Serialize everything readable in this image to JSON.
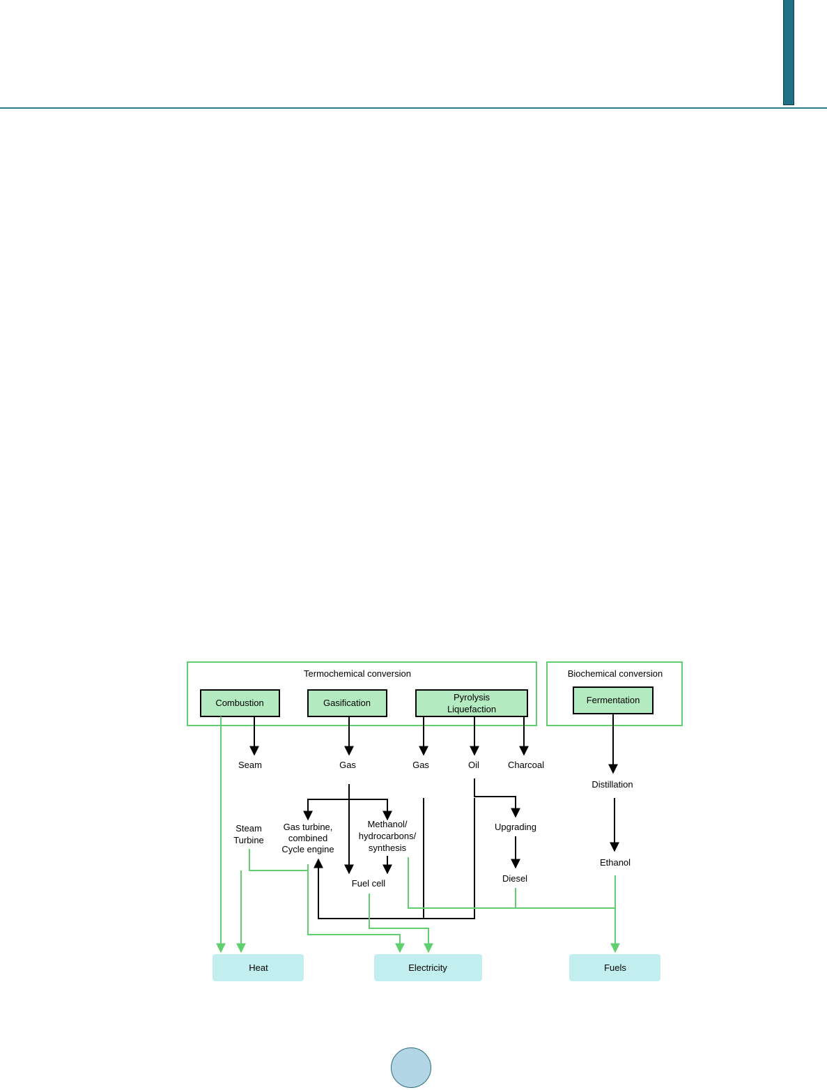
{
  "diagram": {
    "groups": {
      "thermochemical": "Termochemical conversion",
      "biochemical": "Biochemical conversion"
    },
    "processes": {
      "combustion": "Combustion",
      "gasification": "Gasification",
      "pyrolysis_line1": "Pyrolysis",
      "pyrolysis_line2": "Liquefaction",
      "fermentation": "Fermentation"
    },
    "products": {
      "seam": "Seam",
      "gas_1": "Gas",
      "gas_2": "Gas",
      "oil": "Oil",
      "charcoal": "Charcoal",
      "distillation": "Distillation"
    },
    "technologies": {
      "steam_turbine_line1": "Steam",
      "steam_turbine_line2": "Turbine",
      "gas_turbine_line1": "Gas turbine,",
      "gas_turbine_line2": "combined",
      "gas_turbine_line3": "Cycle engine",
      "methanol_line1": "Methanol/",
      "methanol_line2": "hydrocarbons/",
      "methanol_line3": "synthesis",
      "fuel_cell": "Fuel cell",
      "upgrading": "Upgrading",
      "diesel": "Diesel",
      "ethanol": "Ethanol"
    },
    "outputs": {
      "heat": "Heat",
      "electricity": "Electricity",
      "fuels": "Fuels"
    },
    "colors": {
      "green_line": "#5fcf6f",
      "process_fill": "#b3eac0",
      "output_fill": "#c2eef0",
      "header_blue": "#1f6f85"
    }
  }
}
